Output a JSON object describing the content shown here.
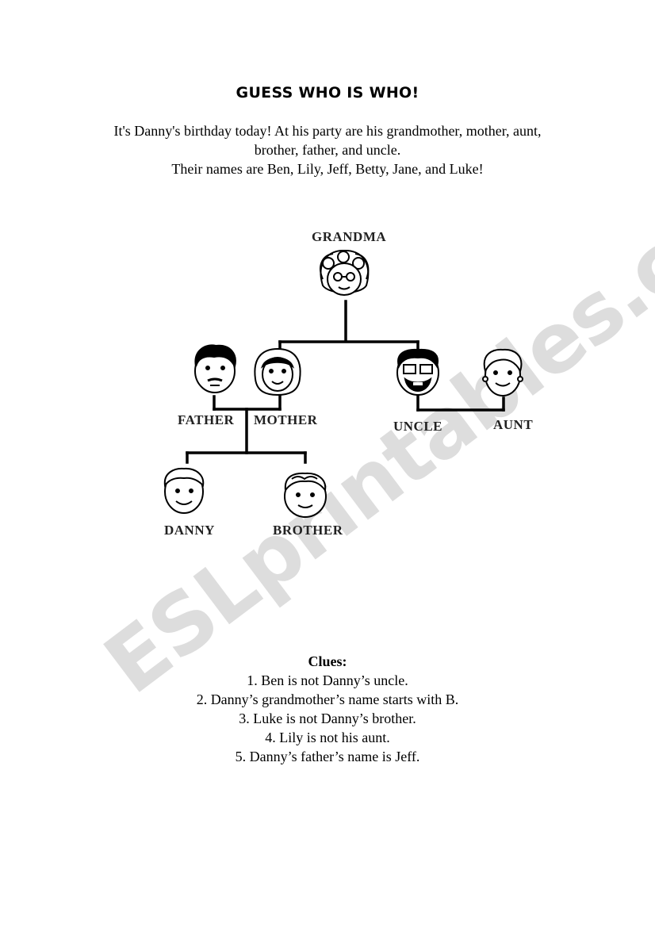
{
  "title": "GUESS WHO IS WHO!",
  "intro": {
    "line1": "It's Danny's birthday today! At his party are his grandmother, mother, aunt,",
    "line2": "brother, father, and uncle.",
    "line3": "Their names are Ben, Lily, Jeff, Betty, Jane, and Luke!"
  },
  "tree": {
    "grandma": "GRANDMA",
    "father": "FATHER",
    "mother": "MOTHER",
    "uncle": "UNCLE",
    "aunt": "AUNT",
    "danny": "DANNY",
    "brother": "BROTHER"
  },
  "watermark": "ESLprintables.com",
  "clues": {
    "heading": "Clues:",
    "items": [
      "1. Ben is not Danny’s uncle.",
      "2. Danny’s grandmother’s name starts with B.",
      "3. Luke is not Danny’s brother.",
      "4. Lily is not his aunt.",
      "5. Danny’s father’s name is Jeff."
    ]
  }
}
